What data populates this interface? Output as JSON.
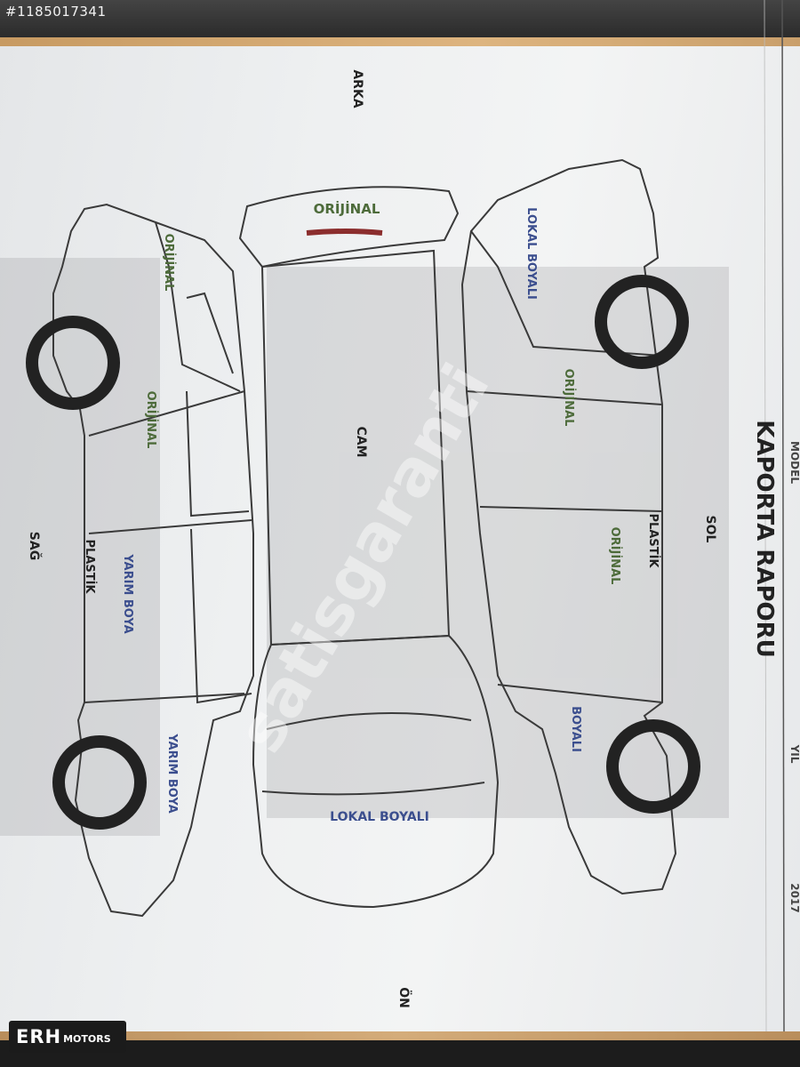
{
  "photo_id": "#1185017341",
  "brand_logo": {
    "bold": "ERH",
    "small": "MOTORS"
  },
  "report": {
    "title": "KAPORTA RAPORU",
    "directions": {
      "back": "ARKA",
      "front": "ÖN",
      "left": "SOL",
      "right": "SAĞ"
    },
    "header_fragments": [
      "MODEL",
      "YIL",
      "2017"
    ]
  },
  "parts": {
    "rear_bumper": "ORİJİNAL",
    "roof": "CAM",
    "hood": "LOKAL BOYALI",
    "right_rear_fender": "ORİJİNAL",
    "right_rear_door": "ORİJİNAL",
    "right_sill": "PLASTİK",
    "right_front_door": "YARIM BOYA",
    "right_front_fender": "YARIM BOYA",
    "left_rear_fender": "LOKAL BOYALI",
    "left_rear_door": "ORİJİNAL",
    "left_sill": "PLASTİK",
    "left_front_door": "ORİJİNAL",
    "left_front_fender": "BOYALI"
  },
  "watermark_text": "satisgaranti",
  "colors": {
    "original": "#4d6b3a",
    "painted": "#3b4e8e",
    "line": "#3a3a3a"
  }
}
